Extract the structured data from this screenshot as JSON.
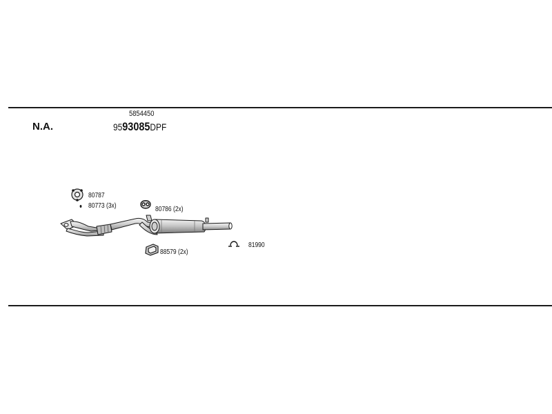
{
  "header": {
    "model_code": "N.A.",
    "ref_number": "5854450",
    "part_number": {
      "prefix": "95",
      "main": "93085",
      "suffix": "DPF"
    }
  },
  "parts": [
    {
      "id": "80787",
      "label": "80787",
      "icon": "gasket-ring-icon"
    },
    {
      "id": "80773",
      "label": "80773 (3x)",
      "icon": "bolt-dot-icon"
    },
    {
      "id": "80786",
      "label": "80786 (2x)",
      "icon": "rubber-hanger-icon"
    },
    {
      "id": "88579",
      "label": "88579 (2x)",
      "icon": "mounting-bracket-icon"
    },
    {
      "id": "81990",
      "label": "81990",
      "icon": "pipe-clamp-icon"
    }
  ],
  "colors": {
    "line": "#1a1a1a",
    "part_fill": "#d9d9d9",
    "part_shade": "#a8a8a8"
  }
}
